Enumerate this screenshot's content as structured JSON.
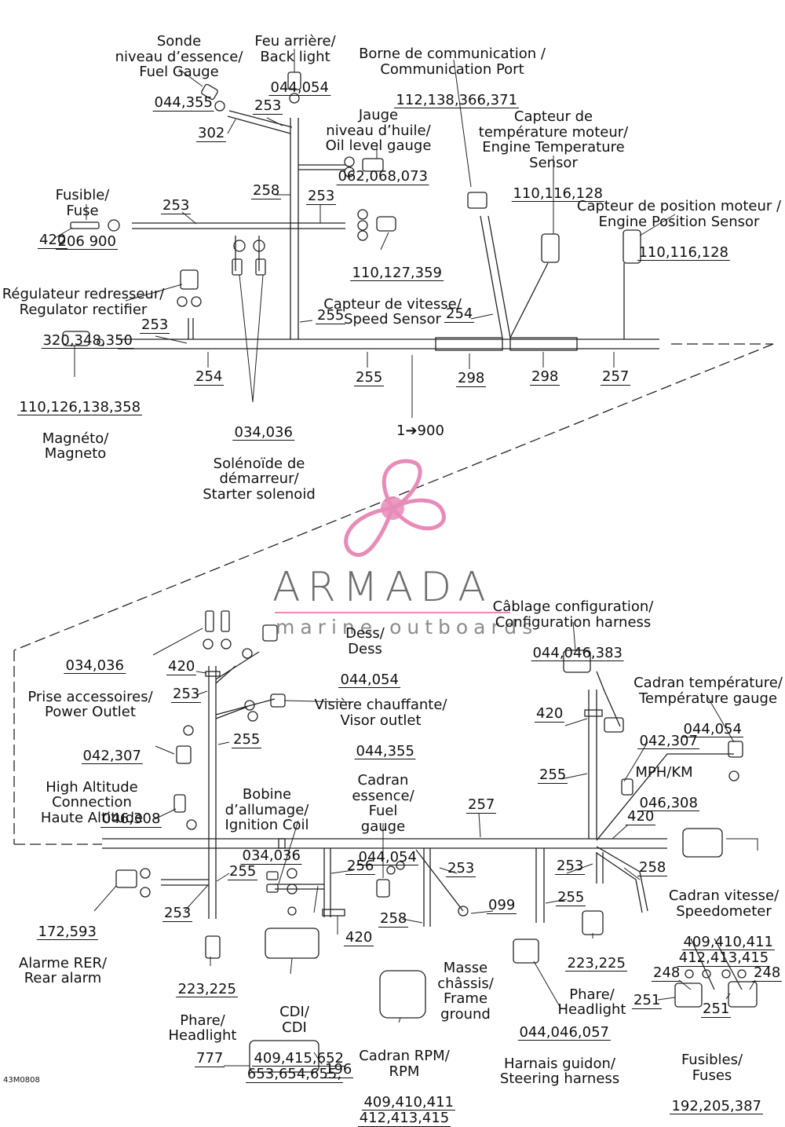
{
  "top": {
    "fuel_gauge": {
      "lines": [
        "Sonde",
        "niveau d’essence/",
        "Fuel Gauge"
      ],
      "nums": "044,355"
    },
    "back_light": {
      "lines": [
        "Feu arrière/",
        "Back light"
      ],
      "nums": "044,054"
    },
    "comm_port": {
      "lines": [
        "Borne de communication /",
        "Communication Port"
      ],
      "nums": "112,138,366,371"
    },
    "oil_gauge": {
      "lines": [
        "Jauge",
        "niveau d’huile/",
        "Oil level gauge"
      ],
      "nums": "062,068,073"
    },
    "engine_temp": {
      "lines": [
        "Capteur de",
        "température moteur/",
        "Engine Temperature",
        "Sensor"
      ],
      "nums": "110,116,128"
    },
    "engine_pos": {
      "lines": [
        "Capteur de position moteur /",
        "Engine Position Sensor"
      ],
      "nums": "110,116,128"
    },
    "fuse": {
      "lines": [
        "Fusible/",
        "Fuse"
      ],
      "nums": "206 900"
    },
    "speed_sensor": {
      "nums": "110,127,359",
      "lines": [
        "Capteur de vitesse/",
        "Speed Sensor"
      ]
    },
    "regulator": {
      "lines": [
        "Régulateur redresseur/",
        "Regulator rectifier"
      ],
      "nums": "320,348,350"
    },
    "magneto": {
      "nums": "110,126,138,358",
      "lines": [
        "Magnéto/",
        "Magneto"
      ]
    },
    "starter": {
      "nums": "034,036",
      "lines": [
        "Solénoïde de",
        "démarreur/",
        "Starter solenoid"
      ]
    },
    "refs": [
      "302",
      "253",
      "420",
      "253",
      "258",
      "253",
      "255",
      "253",
      "254",
      "255",
      "298",
      "298",
      "257",
      "254"
    ],
    "arrow_note": "1➔900"
  },
  "bottom": {
    "config_harness": {
      "lines": [
        "Câblage configuration/",
        "Configuration harness"
      ],
      "nums": "044,046,383"
    },
    "dess": {
      "lines": [
        "Dess/",
        "Dess"
      ],
      "nums": "044,054"
    },
    "power_outlet": {
      "nums": "034,036",
      "lines": [
        "Prise accessoires/",
        "Power Outlet"
      ]
    },
    "temp_gauge": {
      "lines": [
        "Cadran température/",
        "Température gauge"
      ],
      "nums": "044,054"
    },
    "visor": {
      "lines": [
        "Visière chauffante/",
        "Visor outlet"
      ],
      "nums": "044,355"
    },
    "high_alt": {
      "nums": "042,307",
      "lines": [
        "High Altitude",
        "Connection",
        "Haute Altitude"
      ]
    },
    "mph": {
      "nums_top": "042,307",
      "lines": [
        "MPH/KM"
      ],
      "nums": "046,308"
    },
    "ignition": {
      "lines": [
        "Bobine",
        "d’allumage/",
        "Ignition Coil"
      ],
      "nums": "034,036"
    },
    "fuel_gauge2": {
      "lines": [
        "Cadran",
        "essence/",
        "Fuel",
        "gauge"
      ],
      "nums": "044,054"
    },
    "speedometer": {
      "lines": [
        "Cadran vitesse/",
        "Speedometer"
      ],
      "nums1": "409,410,411",
      "nums2": "412,413,415"
    },
    "rear_alarm": {
      "nums": "172,593",
      "lines": [
        "Alarme RER/",
        "Rear alarm"
      ]
    },
    "frame_ground": {
      "num": "099",
      "lines": [
        "Masse",
        "châssis/",
        "Frame",
        "ground"
      ]
    },
    "headlight_left": {
      "nums": "223,225",
      "lines": [
        "Phare/",
        "Headlight"
      ]
    },
    "headlight_right": {
      "nums": "223,225",
      "lines": [
        "Phare/",
        "Headlight"
      ]
    },
    "cdi": {
      "lines": [
        "CDI/",
        "CDI"
      ],
      "nums1": "409,415,652",
      "nums2": "653,654,655,"
    },
    "rpm": {
      "lines": [
        "Cadran RPM/",
        "RPM"
      ],
      "nums1": "409,410,411",
      "nums2": "412,413,415"
    },
    "steering": {
      "nums": "044,046,057",
      "lines": [
        "Harnais guidon/",
        "Steering harness"
      ]
    },
    "fuses": {
      "lines": [
        "Fusibles/",
        "Fuses"
      ],
      "nums": "192,205,387"
    },
    "refs": [
      "046,308",
      "420",
      "253",
      "255",
      "257",
      "420",
      "255",
      "420",
      "255",
      "256",
      "253",
      "253",
      "258",
      "253",
      "258",
      "255",
      "248",
      "248",
      "251",
      "251",
      "420",
      "777",
      "196"
    ]
  },
  "code": "43M0808",
  "logo": {
    "word": "ARMADA",
    "sub": "marine outboards",
    "color": "#e88bb8"
  }
}
